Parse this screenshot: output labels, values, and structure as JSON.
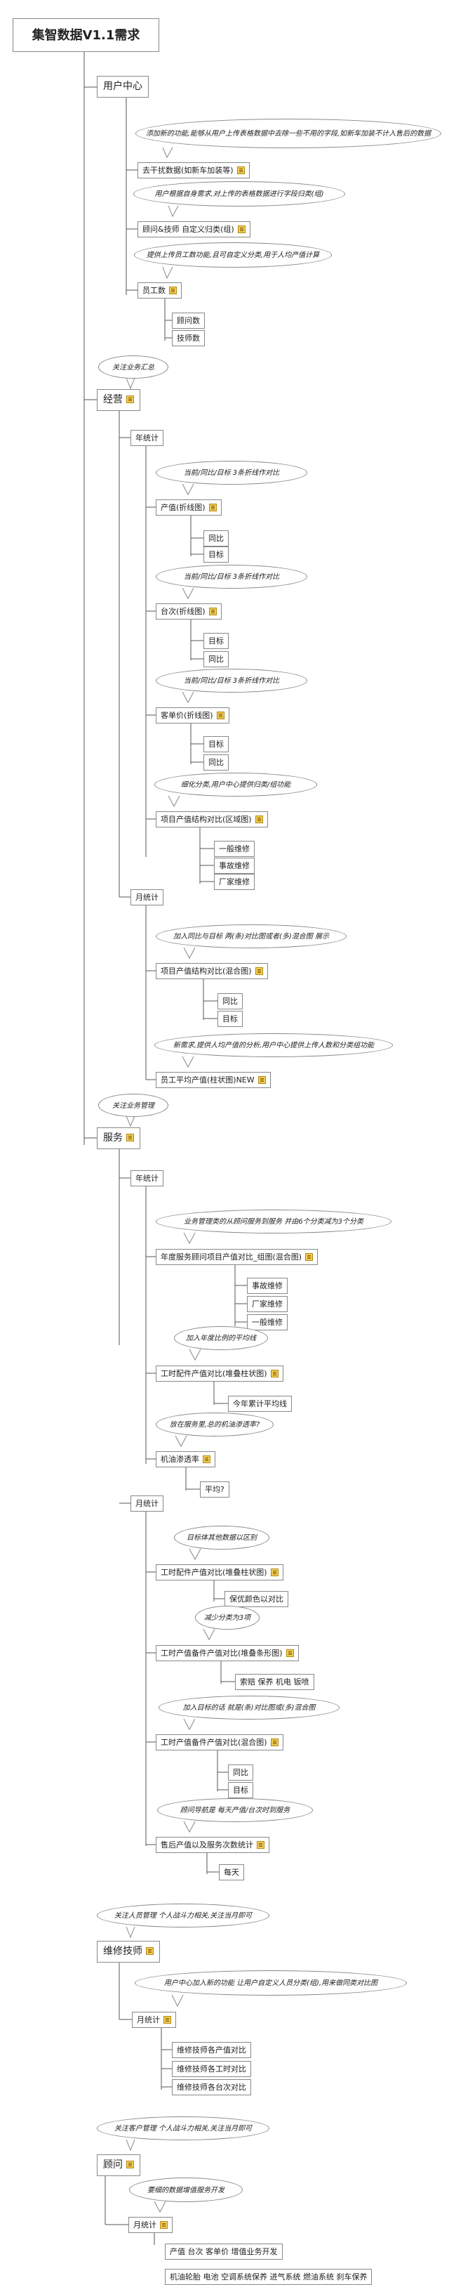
{
  "root": {
    "title": "集智数据V1.1需求"
  },
  "sections": {
    "user_center": {
      "title": "用户中心",
      "note1": "添加新的功能,能够从用户上传表格数据中去除一些不用的字段,如新车加装不计入售后的数据",
      "item1": "去干扰数据(如新车加装等)",
      "note2": "用户根据自身需求,对上传的表格数据进行字段归类(组)",
      "item2": "顾问&技师 自定义归类(组)",
      "note3": "提供上传员工数功能,且可自定义分类,用于人均产值计算",
      "item3": "员工数",
      "item3_children": [
        "顾问数",
        "技师数"
      ]
    },
    "operation": {
      "note": "关注业务汇总",
      "title": "经营",
      "annual": {
        "label": "年统计",
        "note1": "当前/同比/目标 3条折线作对比",
        "item1": "产值(折线图)",
        "item1_children": [
          "同比",
          "目标"
        ],
        "note2": "当前/同比/目标 3条折线作对比",
        "item2": "台次(折线图)",
        "item2_children": [
          "目标",
          "同比"
        ],
        "note3": "当前/同比/目标 3条折线作对比",
        "item3": "客单价(折线图)",
        "item3_children": [
          "目标",
          "同比"
        ],
        "note4": "细化分类,用户中心提供归类/组功能",
        "item4": "项目产值结构对比(区域图)",
        "item4_children": [
          "一般维修",
          "事故维修",
          "厂家维修"
        ]
      },
      "monthly": {
        "label": "月统计",
        "note1": "加入同比与目标 两(条)对比图或者(多)混合图 展示",
        "item1": "项目产值结构对比(混合图)",
        "item1_children": [
          "同比",
          "目标"
        ],
        "note2": "新需求,提供人均产值的分析,用户中心提供上传人数和分类组功能",
        "item2": "员工平均产值(柱状图)NEW"
      }
    },
    "service": {
      "note": "关注业务管理",
      "title": "服务",
      "annual": {
        "label": "年统计",
        "note1": "业务管理类的从顾问服务到服务 并由6个分类减为3个分类",
        "item1": "年度服务顾问项目产值对比_组图(混合图)",
        "item1_children": [
          "事故维修",
          "厂家维修",
          "一般维修"
        ],
        "note2": "加入年度比例的平均线",
        "item2": "工时配件产值对比(堆叠柱状图)",
        "item2_children": [
          "今年累计平均线"
        ],
        "note3": "放在服务里,总的机油渗透率?",
        "item3": "机油渗透率",
        "item3_children": [
          "平均?"
        ]
      },
      "monthly": {
        "label": "月统计",
        "note1": "目标体其他数据以区别",
        "item1": "工时配件产值对比(堆叠柱状图)",
        "item1_children": [
          "保优颜色以对比"
        ],
        "note2": "减少分类为3项",
        "item2": "工时产值备件产值对比(堆叠条形图)",
        "item2_children": [
          "索赔 保养 机电 钣喷"
        ],
        "note3": "加入目标的话 就是(条)对比图或(多)混合图",
        "item3": "工时产值备件产值对比(混合图)",
        "item3_children": [
          "同比",
          "目标"
        ],
        "note4": "顾问导航是 每天产值/台次时到服务",
        "item4": "售后产值以及服务次数统计",
        "item4_children": [
          "每天"
        ]
      }
    },
    "technician": {
      "note": "关注人员管理 个人战斗力相关,关注当月即可",
      "title": "维修技师",
      "monthly": {
        "label": "月统计",
        "note1": "用户中心加入新的功能 让用户自定义人员分类(组),用来做同类对比图",
        "items": [
          "维修技师各产值对比",
          "维修技师各工时对比",
          "维修技师各台次对比"
        ]
      }
    },
    "advisor": {
      "note": "关注客户管理 个人战斗力相关,关注当月即可",
      "title": "顾问",
      "monthly": {
        "label": "月统计",
        "note1": "要细的数据增值服务开发",
        "items": [
          "产值 台次 客单价 增值业务开发",
          "机油轮胎 电池 空调系统保养 进气系统 燃油系统 刹车保养"
        ]
      }
    }
  }
}
